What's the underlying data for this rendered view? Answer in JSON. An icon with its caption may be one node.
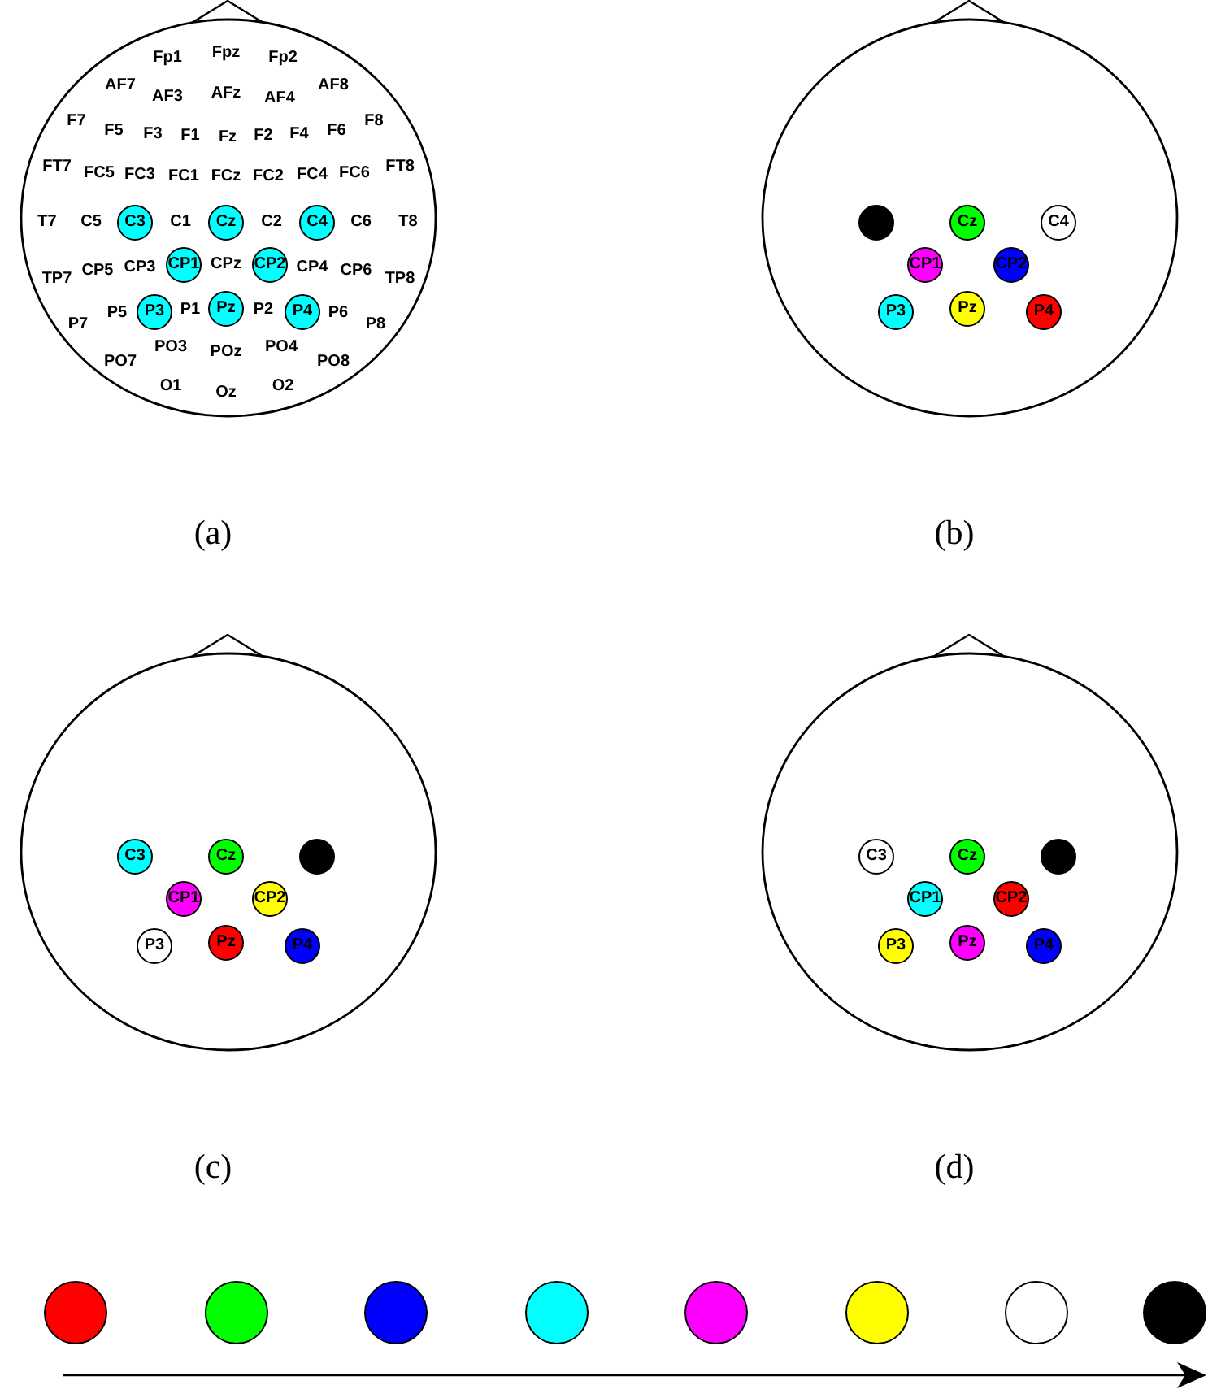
{
  "diagram": {
    "nodes": [
      {
        "text": [],
        "shape": "circle"
      },
      {
        "text": [
          "C3"
        ],
        "in": 0
      },
      {
        "text": [
          "Cz"
        ],
        "in": 0
      },
      {
        "text": [
          "C4"
        ],
        "in": 0
      },
      {
        "text": [
          "CP1"
        ],
        "in": 0
      },
      {
        "text": [
          "CP2"
        ],
        "in": 0
      },
      {
        "text": [
          "P3"
        ],
        "in": 0
      },
      {
        "text": [
          "Pz"
        ],
        "in": 0
      },
      {
        "text": [
          "P4"
        ],
        "in": 0
      },
      {
        "text": [],
        "shape": "circle"
      },
      {
        "text": [],
        "shape": "circle",
        "in": 9
      },
      {
        "text": [
          "Cz"
        ],
        "in": 9
      },
      {
        "text": [
          "C4"
        ],
        "in": 9
      },
      {
        "text": [
          "CP1"
        ],
        "in": 9
      },
      {
        "text": [
          "CP2"
        ],
        "in": 9
      },
      {
        "text": [
          "P3"
        ],
        "in": 9
      },
      {
        "text": [
          "Pz"
        ],
        "in": 9
      },
      {
        "text": [
          "P4"
        ],
        "in": 9
      },
      {
        "text": [],
        "shape": "circle"
      },
      {
        "text": [
          "C3"
        ],
        "in": 18
      },
      {
        "text": [
          "Cz"
        ],
        "in": 18
      },
      {
        "text": [],
        "shape": "circle",
        "in": 18
      },
      {
        "text": [
          "CP1"
        ],
        "in": 18
      },
      {
        "text": [
          "CP2"
        ],
        "in": 18
      },
      {
        "text": [
          "P3"
        ],
        "in": 18
      },
      {
        "text": [
          "Pz"
        ],
        "in": 18
      },
      {
        "text": [
          "P4"
        ],
        "in": 18
      },
      {
        "text": [],
        "shape": "circle"
      },
      {
        "text": [
          "C3"
        ],
        "in": 27
      },
      {
        "text": [
          "Cz"
        ],
        "in": 27
      },
      {
        "text": [],
        "shape": "circle",
        "in": 27
      },
      {
        "text": [
          "CP1"
        ],
        "in": 27
      },
      {
        "text": [
          "CP2"
        ],
        "in": 27
      },
      {
        "text": [
          "P3"
        ],
        "in": 27
      },
      {
        "text": [
          "Pz"
        ],
        "in": 27
      },
      {
        "text": [
          "P4"
        ],
        "in": 27
      },
      {
        "text": [],
        "shape": "circle"
      },
      {
        "text": [],
        "shape": "circle"
      },
      {
        "text": [],
        "shape": "circle"
      },
      {
        "text": [],
        "shape": "circle"
      },
      {
        "text": [],
        "shape": "circle"
      },
      {
        "text": [],
        "shape": "circle"
      },
      {
        "text": [],
        "shape": "circle"
      },
      {
        "text": [],
        "shape": "circle"
      }
    ],
    "labels": [
      "Fp1",
      "Fpz",
      "Fp2",
      "AF7",
      "AF3",
      "AFz",
      "AF4",
      "AF8",
      "F7",
      "F5",
      "F3",
      "F1",
      "Fz",
      "F2",
      "F4",
      "F6",
      "F8",
      "FT7",
      "FC5",
      "FC3",
      "FC1",
      "FCz",
      "FC2",
      "FC4",
      "FC6",
      "FT8",
      "T7",
      "C5",
      "C1",
      "C2",
      "C6",
      "T8",
      "TP7",
      "CP5",
      "CP3",
      "CPz",
      "CP4",
      "CP6",
      "TP8",
      "P7",
      "P5",
      "P1",
      "P2",
      "P6",
      "P8",
      "PO7",
      "PO3",
      "POz",
      "PO4",
      "PO8",
      "O1",
      "Oz",
      "O2",
      "(a)",
      "(b)",
      "(c)",
      "(d)"
    ]
  }
}
